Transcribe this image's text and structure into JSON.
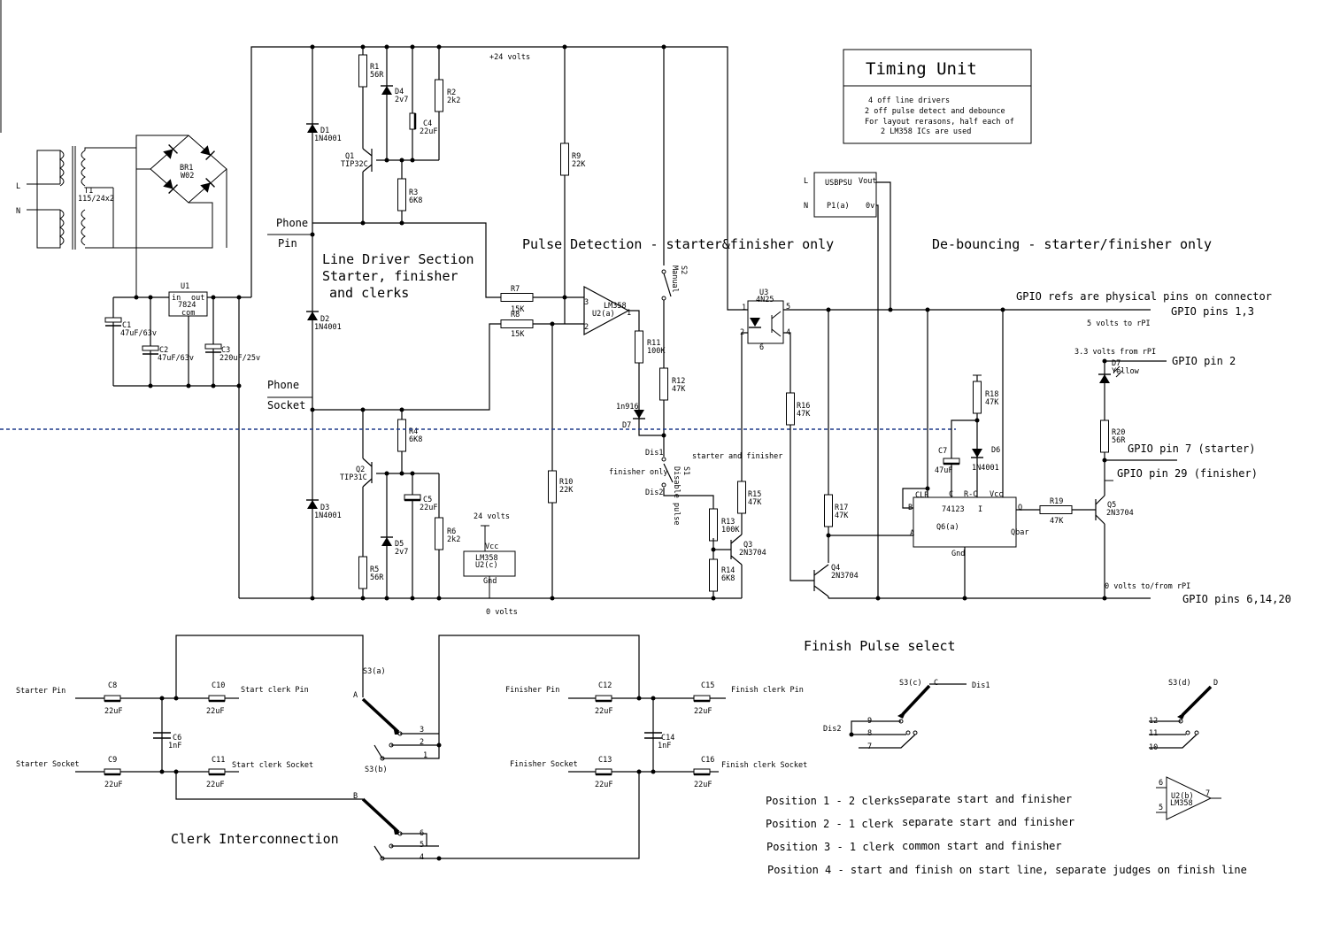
{
  "title_box": {
    "title": "Timing Unit",
    "lines": [
      "4 off line drivers",
      "2 off pulse detect and debounce",
      "For layout rerasons, half each of",
      "2 LM358 ICs are used"
    ]
  },
  "sections": {
    "line_driver": [
      "Line Driver Section",
      "Starter, finisher",
      "and clerks"
    ],
    "pulse_detection": "Pulse Detection - starter&finisher only",
    "debouncing": "De-bouncing - starter/finisher only",
    "clerk_interconnection": "Clerk Interconnection",
    "finish_pulse_select": "Finish Pulse select"
  },
  "rails": {
    "top": "+24 volts",
    "bottom": "0 volts"
  },
  "mains": {
    "live": "L",
    "neutral": "N"
  },
  "phone": {
    "pin_a": "Phone",
    "pin_b": "Pin",
    "socket_a": "Phone",
    "socket_b": "Socket"
  },
  "gpio": {
    "refs": "GPIO refs are physical pins on connector",
    "pins_1_3": "GPIO pins 1,3",
    "five_v": "5 volts to rPI",
    "three_v": "3.3 volts from rPI",
    "pin2": "GPIO pin 2",
    "pin7": "GPIO pin 7 (starter)",
    "pin29": "GPIO pin 29 (finisher)",
    "zero_v": "0 volts to/from rPI",
    "pins_gnd": "GPIO pins 6,14,20"
  },
  "components": {
    "T1": [
      "T1",
      "115/24x2"
    ],
    "BR1": [
      "BR1",
      "W02"
    ],
    "U1": [
      "U1",
      "in",
      "out",
      "7824",
      "com"
    ],
    "C1": [
      "C1",
      "47uF/63v"
    ],
    "C2": [
      "C2",
      "47uF/63v"
    ],
    "C3": [
      "C3",
      "220uF/25v"
    ],
    "D1": [
      "D1",
      "1N4001"
    ],
    "D2": [
      "D2",
      "1N4001"
    ],
    "D3": [
      "D3",
      "1N4001"
    ],
    "R1": [
      "R1",
      "56R"
    ],
    "D4": [
      "D4",
      "2v7"
    ],
    "R2": [
      "R2",
      "2k2"
    ],
    "C4": [
      "C4",
      "22uF"
    ],
    "Q1": [
      "Q1",
      "TIP32C"
    ],
    "R3": [
      "R3",
      "6K8"
    ],
    "R4": [
      "R4",
      "6K8"
    ],
    "Q2": [
      "Q2",
      "TIP31C"
    ],
    "C5": [
      "C5",
      "22uF"
    ],
    "D5": [
      "D5",
      "2v7"
    ],
    "R5": [
      "R5",
      "56R"
    ],
    "R6": [
      "R6",
      "2k2"
    ],
    "U2c": [
      "24 volts",
      "Vcc",
      "LM358",
      "U2(c)",
      "Gnd"
    ],
    "R7": [
      "R7",
      "15K"
    ],
    "R8": [
      "R8",
      "15K"
    ],
    "R9": [
      "R9",
      "22K"
    ],
    "R10": [
      "R10",
      "22K"
    ],
    "U2a": [
      "LM358",
      "U2(a)",
      "3",
      "2",
      "1"
    ],
    "R11": [
      "R11",
      "100K"
    ],
    "D7a": [
      "1n916",
      "D7"
    ],
    "R12": [
      "R12",
      "47K"
    ],
    "S2": [
      "S2",
      "Manual"
    ],
    "S1": [
      "Dis1",
      "finisher only",
      "Dis2",
      "S1",
      "Disable pulse",
      "starter and finisher"
    ],
    "R13": [
      "R13",
      "100K"
    ],
    "R14": [
      "R14",
      "6K8"
    ],
    "Q3": [
      "Q3",
      "2N3704"
    ],
    "R15": [
      "R15",
      "47K"
    ],
    "U3": [
      "U3",
      "4N25",
      "1",
      "2",
      "5",
      "4",
      "6"
    ],
    "R16": [
      "R16",
      "47K"
    ],
    "R17": [
      "R17",
      "47K"
    ],
    "Q4": [
      "Q4",
      "2N3704"
    ],
    "PSU": [
      "USBPSU",
      "Vout",
      "L",
      "N",
      "P1(a)",
      "0v"
    ],
    "R18": [
      "R18",
      "47K"
    ],
    "C7": [
      "C7",
      "47uF"
    ],
    "D6": [
      "D6",
      "1N4001"
    ],
    "Q6": [
      "74123",
      "Q6(a)",
      "CLR",
      "B",
      "A",
      "C",
      "R-C",
      "Vcc",
      "Q",
      "Qbar",
      "I",
      "Gnd"
    ],
    "R19": [
      "R19",
      "47K"
    ],
    "Q5": [
      "Q5",
      "2N3704"
    ],
    "D7b": [
      "D7",
      "Yellow"
    ],
    "R20": [
      "R20",
      "56R"
    ]
  },
  "clerk": {
    "starter_pin": "Starter Pin",
    "starter_socket": "Starter Socket",
    "start_clerk_pin": "Start clerk Pin",
    "start_clerk_socket": "Start clerk Socket",
    "finisher_pin": "Finisher Pin",
    "finisher_socket": "Finisher Socket",
    "finish_clerk_pin": "Finish clerk Pin",
    "finish_clerk_socket": "Finish clerk Socket",
    "C8": [
      "C8",
      "22uF"
    ],
    "C9": [
      "C9",
      "22uF"
    ],
    "C10": [
      "C10",
      "22uF"
    ],
    "C11": [
      "C11",
      "22uF"
    ],
    "C6": [
      "C6",
      "1nF"
    ],
    "C12": [
      "C12",
      "22uF"
    ],
    "C13": [
      "C13",
      "22uF"
    ],
    "C15": [
      "C15",
      "22uF"
    ],
    "C16": [
      "C16",
      "22uF"
    ],
    "C14": [
      "C14",
      "1nF"
    ],
    "S3a": [
      "S3(a)",
      "A",
      "3",
      "2",
      "1"
    ],
    "S3b": [
      "S3(b)",
      "B",
      "6",
      "5",
      "4"
    ]
  },
  "finish_select": {
    "S3c": [
      "S3(c)",
      "C",
      "Dis1",
      "Dis2",
      "9",
      "8",
      "7"
    ],
    "S3d": [
      "S3(d)",
      "D",
      "12",
      "11",
      "10"
    ],
    "U2b": [
      "U2(b)",
      "LM358",
      "6",
      "5",
      "7"
    ]
  },
  "positions": [
    [
      "Position 1 - 2 clerks",
      "separate start and finisher"
    ],
    [
      "Position 2 - 1 clerk",
      "separate start and finisher"
    ],
    [
      "Position 3 - 1 clerk",
      "common start and finisher"
    ],
    [
      "Position 4 - start and finish on start line, separate judges on finish line"
    ]
  ],
  "colors": {
    "divider": "#1e3a8a",
    "ink": "#000000"
  }
}
